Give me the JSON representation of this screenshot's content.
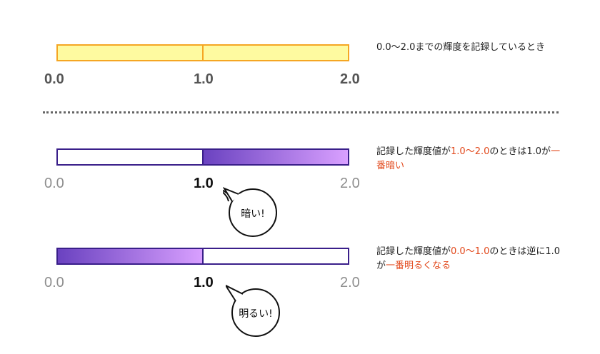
{
  "section1": {
    "ticks": [
      "0.0",
      "1.0",
      "2.0"
    ],
    "description": "0.0〜2.0までの輝度を記録しているとき"
  },
  "section2": {
    "ticks": [
      "0.0",
      "1.0",
      "2.0"
    ],
    "desc_a": "記録した輝度値が",
    "desc_b": "1.0〜2.0",
    "desc_c": "のときは1.0が",
    "desc_d": "一番暗い",
    "bubble": "暗い!"
  },
  "section3": {
    "ticks": [
      "0.0",
      "1.0",
      "2.0"
    ],
    "desc_a": "記録した輝度値が",
    "desc_b": "0.0〜1.0",
    "desc_c": "のときは逆に1.0が",
    "desc_d": "一番明るくなる",
    "bubble": "明るい!"
  },
  "colors": {
    "yellow_fill": "#fefaa0",
    "yellow_border": "#f5a623",
    "purple_border": "#3a1f8a",
    "gradient_dark": "#6a42c0",
    "gradient_light": "#d9a0ff",
    "highlight": "#e2491c"
  }
}
